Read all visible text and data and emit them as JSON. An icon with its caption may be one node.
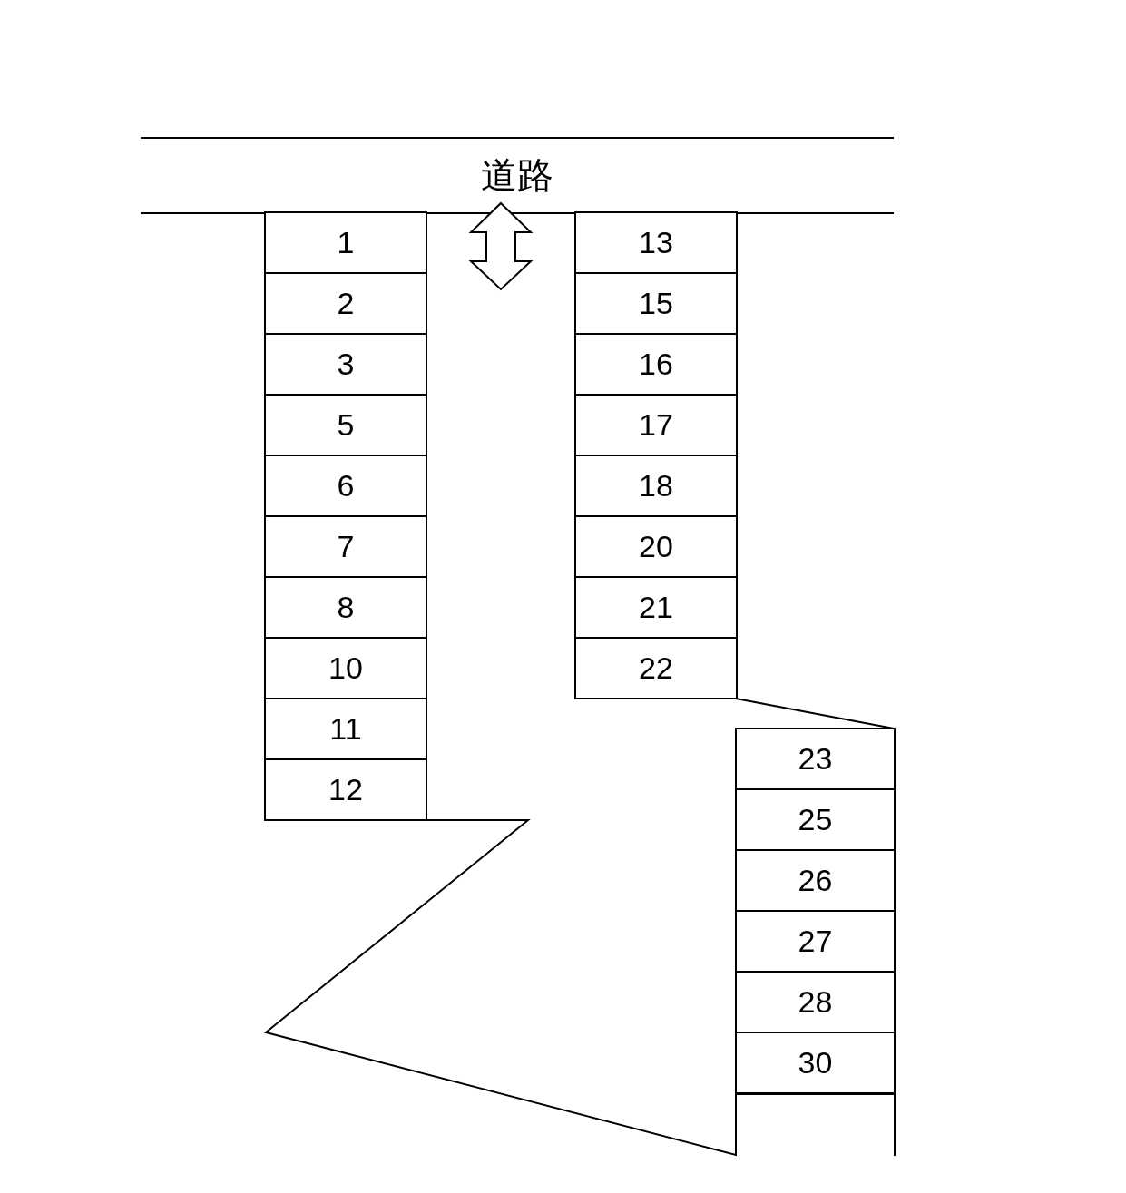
{
  "diagram": {
    "nodes": [
      {
        "text": [
          "道路"
        ]
      },
      {
        "text": [
          "1"
        ]
      },
      {
        "text": [
          "2"
        ]
      },
      {
        "text": [
          "3"
        ]
      },
      {
        "text": [
          "5"
        ]
      },
      {
        "text": [
          "6"
        ]
      },
      {
        "text": [
          "7"
        ]
      },
      {
        "text": [
          "8"
        ]
      },
      {
        "text": [
          "10"
        ]
      },
      {
        "text": [
          "11"
        ]
      },
      {
        "text": [
          "12"
        ]
      },
      {
        "text": [
          "13"
        ]
      },
      {
        "text": [
          "15"
        ]
      },
      {
        "text": [
          "16"
        ]
      },
      {
        "text": [
          "17"
        ]
      },
      {
        "text": [
          "18"
        ]
      },
      {
        "text": [
          "20"
        ]
      },
      {
        "text": [
          "21"
        ]
      },
      {
        "text": [
          "22"
        ]
      },
      {
        "text": [
          "23"
        ]
      },
      {
        "text": [
          "25"
        ]
      },
      {
        "text": [
          "26"
        ]
      },
      {
        "text": [
          "27"
        ]
      },
      {
        "text": [
          "28"
        ]
      },
      {
        "text": [
          "30"
        ]
      },
      {
        "text": [],
        "shape": "box"
      }
    ]
  }
}
